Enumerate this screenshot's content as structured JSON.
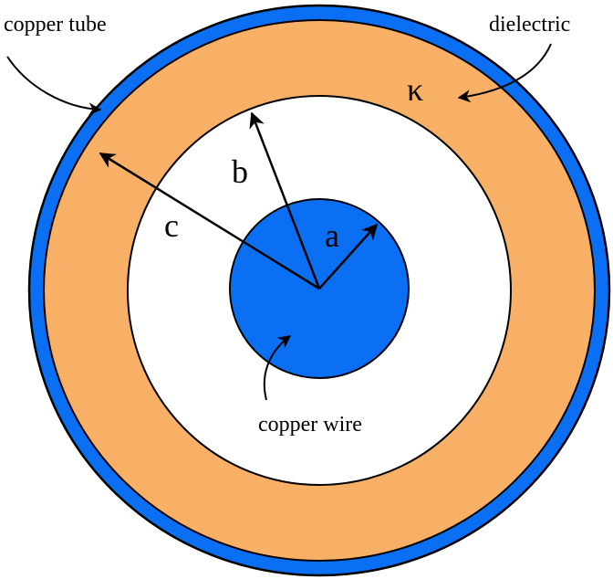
{
  "labels": {
    "copper_tube": "copper tube",
    "dielectric": "dielectric",
    "kappa": "κ",
    "copper_wire": "copper wire",
    "radius_a": "a",
    "radius_b": "b",
    "radius_c": "c"
  },
  "colors": {
    "copper": "#0a6ff2",
    "dielectric": "#f7b065",
    "background": "#ffffff",
    "outline": "#000000"
  }
}
